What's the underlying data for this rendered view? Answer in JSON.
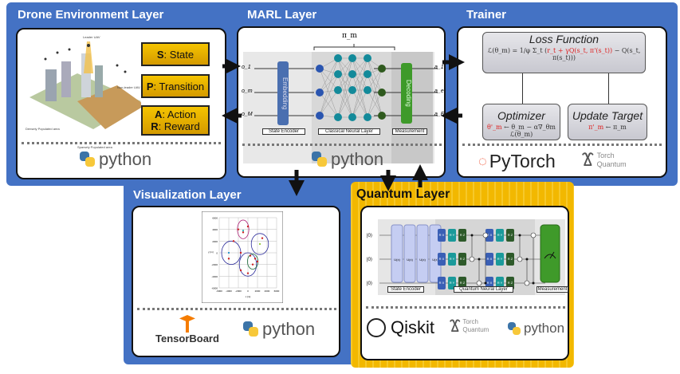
{
  "drone_layer": {
    "title": "Drone Environment Layer",
    "image_labels": [
      "Leader UAV",
      "Non-leader UAV",
      "Densely Populated area",
      "Sparsely Populated area"
    ],
    "state": {
      "key": "S",
      "label": ": State"
    },
    "transition": {
      "key": "P",
      "label": ": Transition"
    },
    "action": {
      "key": "A",
      "label": ": Action"
    },
    "reward": {
      "key": "R",
      "label": ": Reward"
    },
    "logo": "python"
  },
  "marl_layer": {
    "title": "MARL Layer",
    "policy": "π_m",
    "inputs": [
      "o_1",
      "o_m",
      "o_M"
    ],
    "outputs": [
      "a_1",
      "a_e",
      "a_E"
    ],
    "embedding": "Embedding",
    "decoding": "Decoding",
    "labels": [
      "State Encoder",
      "Classical Neural Layer",
      "Measurement"
    ],
    "logo": "python"
  },
  "trainer": {
    "title": "Trainer",
    "loss": {
      "title": "Loss Function",
      "formula_a": "ℒ(θ_m) = 1/φ Σ_t (",
      "formula_red": "r_t + γQ(s_t, π'(s_t))",
      "formula_b": " − Q(s_t, π(s_t)))"
    },
    "optimizer": {
      "title": "Optimizer",
      "red": "θ'_m",
      "formula": " ← θ_m − α∇_θm ℒ(θ_m)"
    },
    "update": {
      "title": "Update Target",
      "red": "π'_m",
      "formula": " ← π_m"
    },
    "logos": {
      "pytorch": "PyTorch",
      "tq1": "Torch",
      "tq2": "Quantum"
    }
  },
  "visualization": {
    "title": "Visualization Layer",
    "yticks": [
      "6000",
      "4000",
      "2000",
      "0",
      "-2000",
      "-4000",
      "-6000"
    ],
    "xticks": [
      "-6000",
      "-4000",
      "-2000",
      "0",
      "2000",
      "4000",
      "6000"
    ],
    "xlabel": "x [m]",
    "ylabel": "y [m]",
    "logos": {
      "tensorboard": "TensorBoard",
      "python": "python"
    }
  },
  "quantum": {
    "title": "Quantum Layer",
    "kets": [
      "|0⟩",
      "|0⟩",
      "|0⟩"
    ],
    "unitary": "U(x)",
    "gates": [
      "R X",
      "R Y",
      "R Z"
    ],
    "labels": [
      "State Encoder",
      "Quantum Neural Layer",
      "Measurement"
    ],
    "logos": {
      "qiskit": "Qiskit",
      "tq1": "Torch",
      "tq2": "Quantum",
      "python": "python"
    }
  },
  "colors": {
    "blue": "#4472c4",
    "yellow": "#f2b800",
    "red": "#d22222"
  }
}
